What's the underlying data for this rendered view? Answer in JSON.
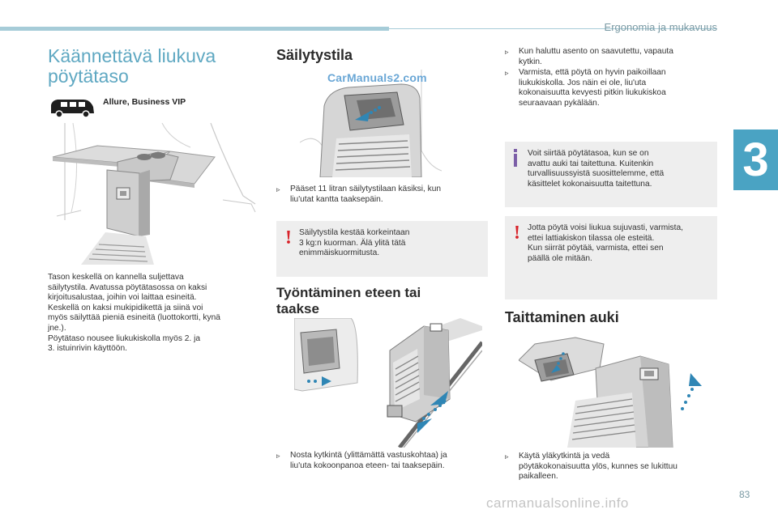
{
  "header": {
    "section_title": "Ergonomia ja mukavuus",
    "chapter_number": "3"
  },
  "footer": {
    "page_number": "83",
    "watermark_url": "carmanualsonline.info"
  },
  "left": {
    "title_line1": "Käännettävä liukuva",
    "title_line2": "pöytätaso",
    "versions": "Allure, Business VIP",
    "body": [
      "Tason keskellä on kannella suljettava",
      "säilytystila. Avatussa pöytätasossa on kaksi",
      "kirjoitusalustaa, joihin voi laittaa esineitä.",
      "Keskellä on kaksi mukipidikettä ja siinä voi",
      "myös säilyttää pieniä esineitä (luottokortti, kynä",
      "jne.).",
      "Pöytätaso nousee liukukiskolla myös 2. ja",
      "3. istuinrivin käyttöön."
    ]
  },
  "middle": {
    "storage_title": "Säilytystila",
    "image_watermark": "CarManuals2.com",
    "storage_step": [
      "Pääset 11 litran säilytystilaan käsiksi, kun",
      "liu'utat kantta taaksepäin."
    ],
    "warning": [
      "Säilytystila kestää korkeintaan",
      "3 kg:n kuorman. Älä ylitä tätä",
      "enimmäiskuormitusta."
    ],
    "push_title_line1": "Työntäminen eteen tai",
    "push_title_line2": "taakse",
    "push_step": [
      "Nosta kytkintä (ylittämättä vastuskohtaa) ja",
      "liu'uta kokoonpanoa eteen- tai taaksepäin."
    ]
  },
  "right": {
    "step1": [
      "Kun haluttu asento on saavutettu, vapauta",
      "kytkin."
    ],
    "step2": [
      "Varmista, että pöytä on hyvin paikoillaan",
      "liukukiskolla. Jos näin ei ole, liu'uta",
      "kokonaisuutta kevyesti pitkin liukukiskoa",
      "seuraavaan pykälään."
    ],
    "info": [
      "Voit siirtää pöytätasoa, kun se on",
      "avattu auki tai taitettuna. Kuitenkin",
      "turvallisuussyistä suosittelemme, että",
      "käsittelet kokonaisuutta taitettuna."
    ],
    "warning": [
      "Jotta pöytä voisi liukua sujuvasti, varmista,",
      "ettei lattiakiskon tilassa ole esteitä.",
      "Kun siirrät pöytää, varmista, ettei sen",
      "päällä ole mitään."
    ],
    "fold_title": "Taittaminen auki",
    "fold_step": [
      "Käytä yläkytkintä ja vedä",
      "pöytäkokonaisuutta ylös, kunnes se lukittuu",
      "paikalleen."
    ]
  },
  "icons": {
    "bullet": "triangle-bullet-icon",
    "warning": "exclamation-icon",
    "info": "info-icon",
    "van": "van-icon"
  },
  "colors": {
    "accent": "#4aa3c3",
    "warning": "#d8232a",
    "info": "#7b5ea7",
    "arrow": "#2f86b5",
    "note_bg": "#eeeeee"
  }
}
